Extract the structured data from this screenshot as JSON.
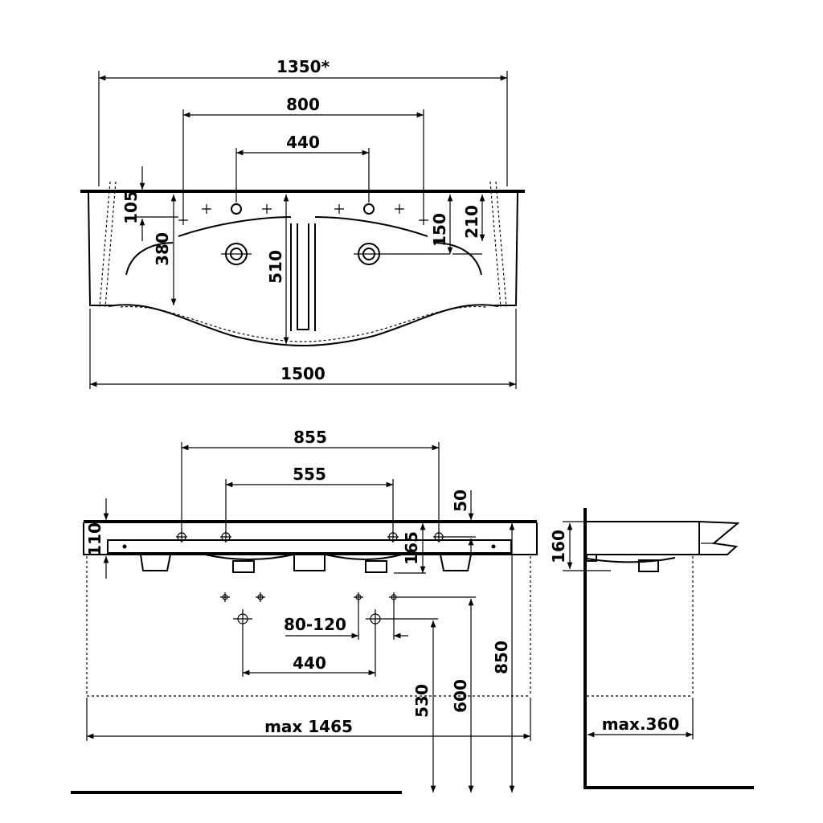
{
  "top_view": {
    "dims": {
      "overall_top": "1350*",
      "holes_outer": "800",
      "holes_inner": "440",
      "depth_left": "105",
      "bowl_depth": "380",
      "total_depth": "510",
      "right_150": "150",
      "right_210": "210",
      "overall_bottom": "1500"
    }
  },
  "front_view": {
    "dims": {
      "span_855": "855",
      "span_555": "555",
      "dim_50": "50",
      "dim_110": "110",
      "dim_165": "165",
      "tap_range": "80-120",
      "tap_spacing": "440",
      "max_width": "max 1465",
      "h_530": "530",
      "h_600": "600",
      "h_850": "850"
    }
  },
  "side_view": {
    "dims": {
      "height_160": "160",
      "max_depth": "max.360"
    }
  }
}
